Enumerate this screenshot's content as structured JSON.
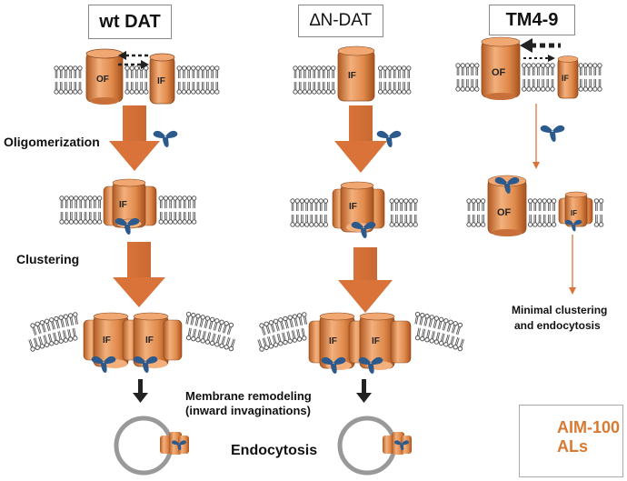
{
  "columns": [
    {
      "title": "wt DAT"
    },
    {
      "title": "∆N-DAT"
    },
    {
      "title": "TM4-9"
    }
  ],
  "labels": {
    "oligomerization": "Oligomerization",
    "clustering": "Clustering",
    "membrane_remodeling_1": "Membrane remodeling",
    "membrane_remodeling_2": "(inward invaginations)",
    "endocytosis": "Endocytosis",
    "minimal_1": "Minimal clustering",
    "minimal_2": "and endocytosis"
  },
  "transporter_states": {
    "outward": "OF",
    "inward": "IF"
  },
  "legend": {
    "line1": "AIM-100",
    "line2": "ALs"
  },
  "colors": {
    "protein": "#e08a4c",
    "arrow": "#d9733a",
    "ligand": "#2c5a8c",
    "lipid": "#555555",
    "legend_text": "#d97a33"
  }
}
